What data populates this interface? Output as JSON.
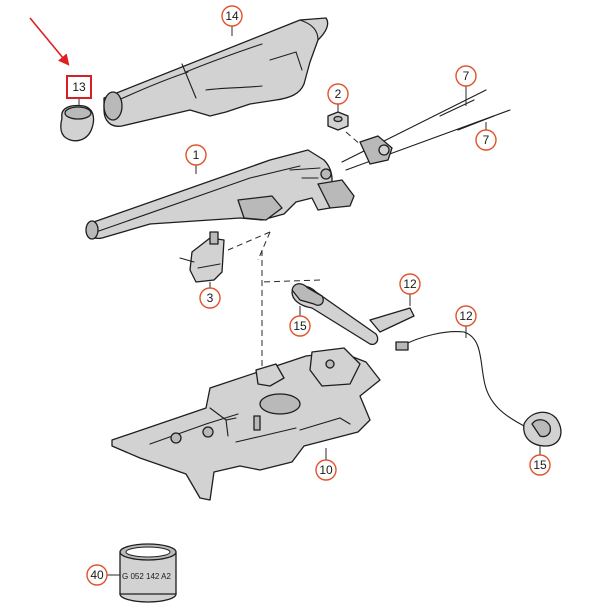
{
  "colors": {
    "callout_ring": "#e2512a",
    "highlight": "#d81f26",
    "arrow": "#e02020",
    "part_fill": "#d2d2d2"
  },
  "callouts": {
    "c14": "14",
    "c13": "13",
    "c2": "2",
    "c7a": "7",
    "c7b": "7",
    "c1": "1",
    "c3": "3",
    "c12a": "12",
    "c12b": "12",
    "c15a": "15",
    "c15b": "15",
    "c10": "10",
    "c40": "40"
  },
  "stamp_text": "G 052 142 A2"
}
